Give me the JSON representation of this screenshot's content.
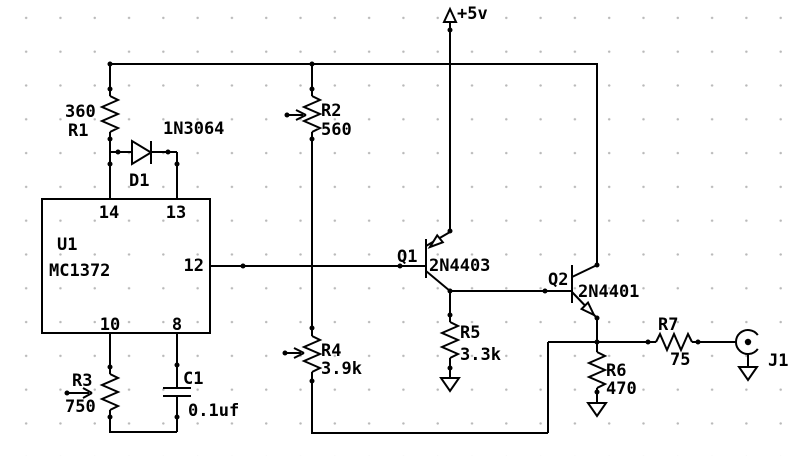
{
  "power": {
    "label": "+5v"
  },
  "ic_u1": {
    "ref": "U1",
    "part": "MC1372",
    "pins": {
      "p14": "14",
      "p13": "13",
      "p12": "12",
      "p10": "10",
      "p8": "8"
    }
  },
  "resistors": {
    "r1": {
      "ref": "R1",
      "value": "360"
    },
    "r2": {
      "ref": "R2",
      "value": "560"
    },
    "r3": {
      "ref": "R3",
      "value": "750"
    },
    "r4": {
      "ref": "R4",
      "value": "3.9k"
    },
    "r5": {
      "ref": "R5",
      "value": "3.3k"
    },
    "r6": {
      "ref": "R6",
      "value": "470"
    },
    "r7": {
      "ref": "R7",
      "value": "75"
    }
  },
  "capacitors": {
    "c1": {
      "ref": "C1",
      "value": "0.1uf"
    }
  },
  "diodes": {
    "d1": {
      "ref": "D1",
      "part": "1N3064"
    }
  },
  "transistors": {
    "q1": {
      "ref": "Q1",
      "part": "2N4403"
    },
    "q2": {
      "ref": "Q2",
      "part": "2N4401"
    }
  },
  "connectors": {
    "j1": {
      "ref": "J1"
    }
  },
  "colors": {
    "wire": "#000000",
    "text": "#000000",
    "background": "#ffffff",
    "grid_dot": "#b9b9b9"
  }
}
